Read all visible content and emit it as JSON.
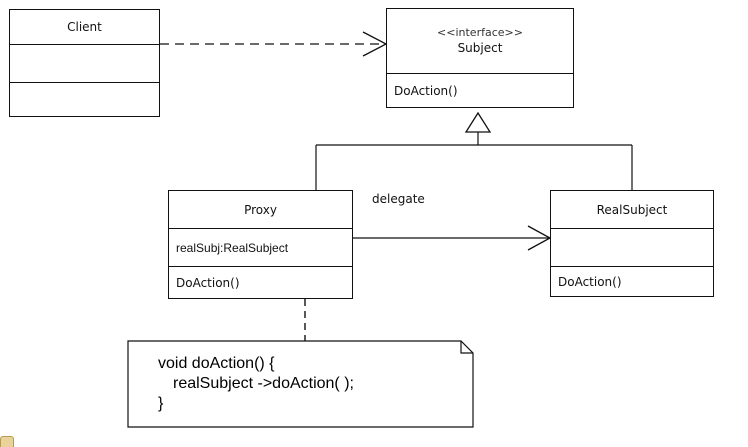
{
  "classes": {
    "client": {
      "name": "Client"
    },
    "subject": {
      "stereotype": "<<interface>>",
      "name": "Subject",
      "method": "DoAction()"
    },
    "proxy": {
      "name": "Proxy",
      "attribute": "realSubj:RealSubject",
      "method": "DoAction()"
    },
    "real_subject": {
      "name": "RealSubject",
      "method": "DoAction()"
    }
  },
  "relations": {
    "delegate_label": "delegate"
  },
  "note": {
    "line1": "void doAction()  {",
    "line2": "realSubject ->doAction( );",
    "line3": "}"
  },
  "colors": {
    "line": "#111111",
    "icon": "#e9d39a"
  }
}
